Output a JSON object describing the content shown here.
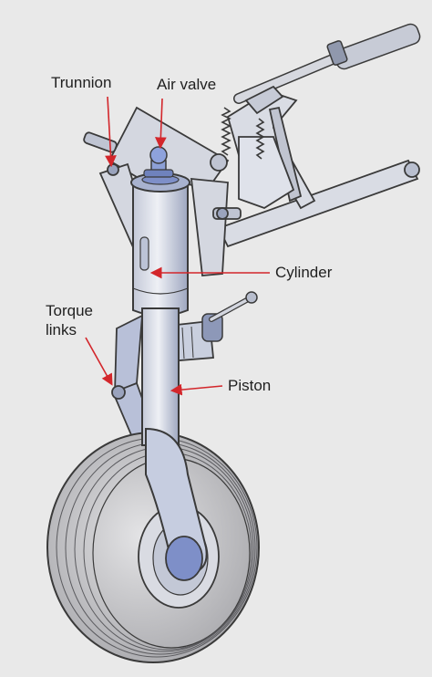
{
  "labels": {
    "trunnion": "Trunnion",
    "air_valve": "Air valve",
    "cylinder": "Cylinder",
    "torque_links": "Torque\nlinks",
    "piston": "Piston"
  },
  "colors": {
    "background": "#e9e9e9",
    "arrow": "#d3262b",
    "strut_fill": "#dcdfe8",
    "strut_shade": "#aeb6cd",
    "accent_blue": "#7e8fc8",
    "tire": "#c9c9cc",
    "outline": "#3a3a3a"
  }
}
